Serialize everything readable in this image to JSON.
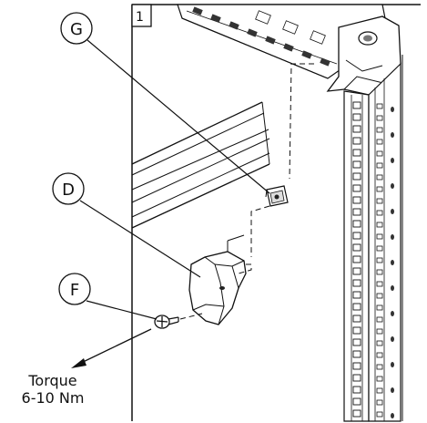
{
  "step": {
    "number": "1"
  },
  "callouts": {
    "g": "G",
    "d": "D",
    "f": "F"
  },
  "torque": {
    "line1": "Torque",
    "line2": "6-10 Nm"
  },
  "colors": {
    "ink": "#111111",
    "background": "#ffffff"
  }
}
